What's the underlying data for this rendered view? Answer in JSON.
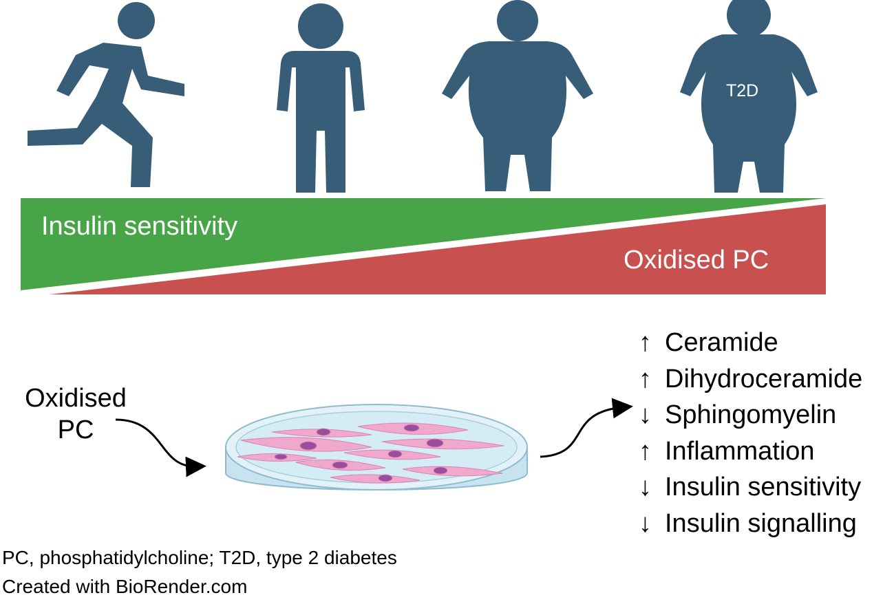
{
  "figure_labels": {
    "t2d": "T2D"
  },
  "gradient_bar": {
    "top_label": "Insulin sensitivity",
    "bottom_label": "Oxidised PC",
    "colors": {
      "top": "#47a447",
      "bottom": "#c8504f"
    }
  },
  "treatment": {
    "input_label_line1": "Oxidised",
    "input_label_line2": "PC"
  },
  "effects": [
    {
      "arrow": "↑",
      "label": "Ceramide"
    },
    {
      "arrow": "↑",
      "label": "Dihydroceramide"
    },
    {
      "arrow": "↓",
      "label": "Sphingomyelin"
    },
    {
      "arrow": "↑",
      "label": "Inflammation"
    },
    {
      "arrow": "↓",
      "label": "Insulin sensitivity"
    },
    {
      "arrow": "↓",
      "label": "Insulin signalling"
    }
  ],
  "footer": {
    "abbreviations": "PC, phosphatidylcholine; T2D, type 2 diabetes",
    "credit": "Created with BioRender.com"
  },
  "colors": {
    "figure": "#375d78",
    "cell": "#f0a8cc",
    "nucleus": "#9a4d9c",
    "dish_fill": "#d4ecf5"
  }
}
